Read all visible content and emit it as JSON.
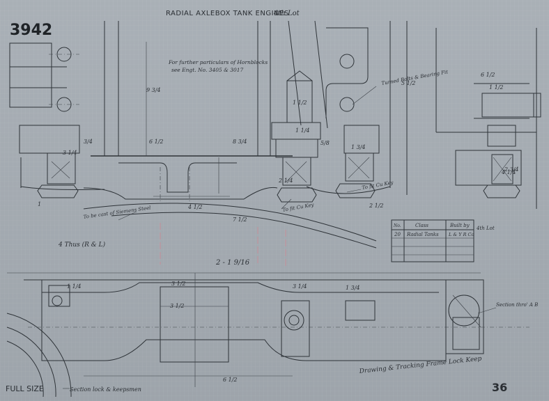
{
  "drawing": {
    "number": "3942",
    "title": "RADIAL AXLEBOX TANK ENGINES",
    "title_suffix": "4th Lot",
    "sheet_number": "36",
    "scale_label": "FULL SIZE",
    "scale_note": "Section lock & keepsmen",
    "reference_note_1": "For further particulars of Hornblocks",
    "reference_note_2": "see Engt. No. 3405 & 3017",
    "thus_note": "4 Thus (R & L)",
    "bottom_caption": "Drawing & Tracking Frame Lock Keep",
    "side_note_1": "Turned Bolts & Bearing Fit",
    "side_note_2": "To fit Cu Key",
    "side_note_3": "To fit Cu Key",
    "side_note_4": "To be cast of Siemens Steel",
    "side_note_5": "Section thro' A B",
    "overall_dim": "2 - 1 9/16"
  },
  "dimensions": {
    "d1": "6 1/2",
    "d2": "8 3/4",
    "d3": "1 1/2",
    "d4": "7 1/2",
    "d5": "3 1/2",
    "d6": "1 3/4",
    "d7": "2 3/4",
    "d8": "9 3/4",
    "d9": "1 1/4",
    "d10": "2 1/4",
    "d11": "6 1/2",
    "d12": "1 1/2",
    "d13": "3 1/4",
    "d14": "4 1/2",
    "d15": "1 3/4",
    "d16": "5 1/2",
    "d17": "4 1/4",
    "d18": "2 1/2",
    "d19": "3/4",
    "d20": "1 1/4",
    "d21": "5/8",
    "d22": "1",
    "d23": "6 1/2",
    "d24": "3 1/4",
    "d25": "3 1/2"
  },
  "table": {
    "headers": [
      "No.",
      "Class",
      "Built by"
    ],
    "rows": [
      {
        "no": "20",
        "class": "Radial Tanks",
        "built": "L & Y R Co",
        "lot": "4th Lot"
      },
      {
        "no": "",
        "class": "",
        "built": "",
        "lot": ""
      },
      {
        "no": "",
        "class": "",
        "built": "",
        "lot": ""
      },
      {
        "no": "",
        "class": "",
        "built": "",
        "lot": ""
      }
    ]
  },
  "colors": {
    "paper": "#a4abb2",
    "ink": "#2e3338",
    "red_pencil": "#c58e98"
  }
}
